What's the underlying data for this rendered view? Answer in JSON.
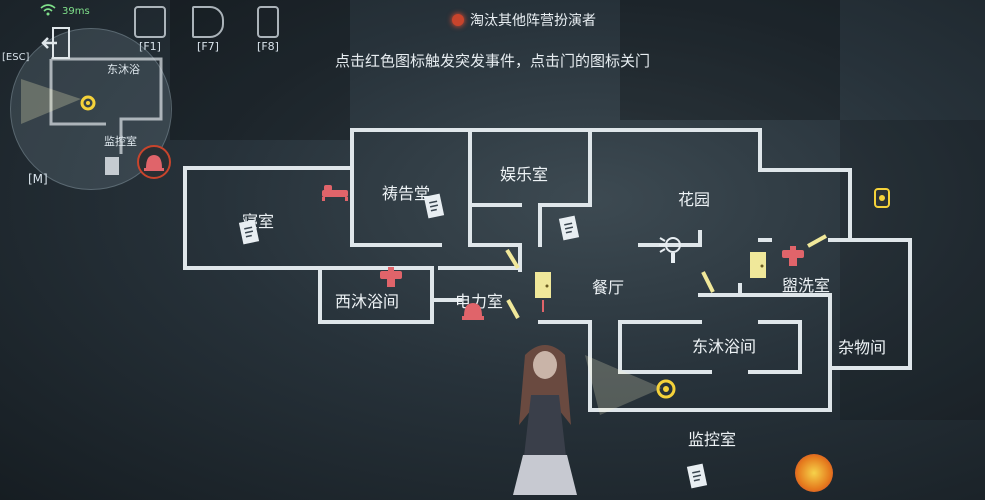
{
  "hud": {
    "signal": "39ms",
    "hotkeys": [
      {
        "key": "[F1]",
        "icon": "document-icon"
      },
      {
        "key": "[F7]",
        "icon": "speaker-icon"
      },
      {
        "key": "[F8]",
        "icon": "phone-icon"
      }
    ],
    "esc_key": "[ESC]",
    "map_key": "[M]"
  },
  "alert": {
    "text": "淘汰其他阵营扮演者",
    "color": "#c8442c"
  },
  "hint": "点击红色图标触发突发事件，点击门的图标关门",
  "minimap": {
    "labels": [
      "东沐浴",
      "监控室"
    ]
  },
  "rooms": {
    "bedroom": "寝室",
    "prayer": "祷告堂",
    "entertainment": "娱乐室",
    "garden": "花园",
    "west_bath": "西沐浴间",
    "power": "电力室",
    "dining": "餐厅",
    "washroom": "盥洗室",
    "east_bath": "东沐浴间",
    "storage": "杂物间",
    "monitor": "监控室"
  },
  "colors": {
    "wall": "#dfe6ea",
    "hazard": "#e0646a",
    "door": "#f0e89a",
    "camera": "#f5d23a"
  }
}
